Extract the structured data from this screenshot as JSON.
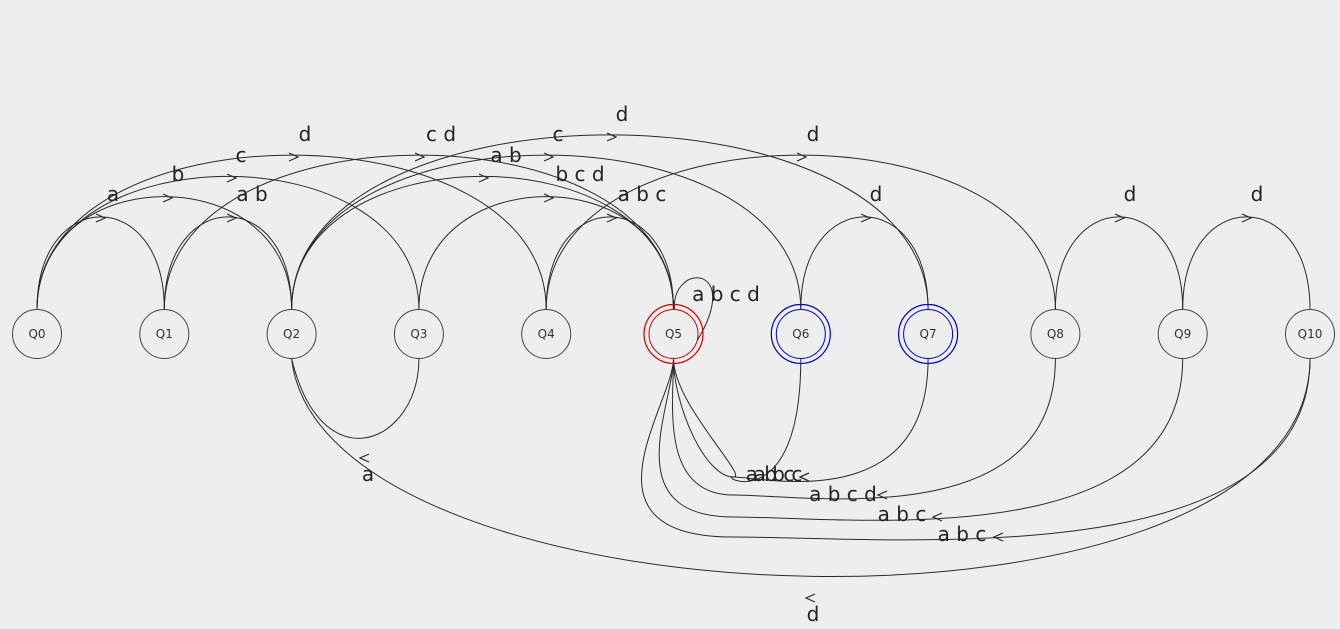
{
  "diagram": {
    "states": [
      {
        "id": "Q0",
        "label": "Q0",
        "final": false
      },
      {
        "id": "Q1",
        "label": "Q1",
        "final": false
      },
      {
        "id": "Q2",
        "label": "Q2",
        "final": false
      },
      {
        "id": "Q3",
        "label": "Q3",
        "final": false
      },
      {
        "id": "Q4",
        "label": "Q4",
        "final": false
      },
      {
        "id": "Q5",
        "label": "Q5",
        "final": true,
        "ring_color": "#cc0000"
      },
      {
        "id": "Q6",
        "label": "Q6",
        "final": true,
        "ring_color": "#0000cc"
      },
      {
        "id": "Q7",
        "label": "Q7",
        "final": true,
        "ring_color": "#0000cc"
      },
      {
        "id": "Q8",
        "label": "Q8",
        "final": false
      },
      {
        "id": "Q9",
        "label": "Q9",
        "final": false
      },
      {
        "id": "Q10",
        "label": "Q10",
        "final": false
      }
    ],
    "transitions": [
      {
        "from": "Q0",
        "to": "Q1",
        "label": "a"
      },
      {
        "from": "Q0",
        "to": "Q2",
        "label": "b"
      },
      {
        "from": "Q0",
        "to": "Q3",
        "label": "c"
      },
      {
        "from": "Q0",
        "to": "Q4",
        "label": "d"
      },
      {
        "from": "Q1",
        "to": "Q2",
        "label": "a b"
      },
      {
        "from": "Q1",
        "to": "Q5",
        "label": "c d"
      },
      {
        "from": "Q2",
        "to": "Q5",
        "label": "a b"
      },
      {
        "from": "Q2",
        "to": "Q6",
        "label": "c"
      },
      {
        "from": "Q2",
        "to": "Q7",
        "label": "d"
      },
      {
        "from": "Q3",
        "to": "Q5",
        "label": "b c d"
      },
      {
        "from": "Q4",
        "to": "Q5",
        "label": "a b c"
      },
      {
        "from": "Q4",
        "to": "Q8",
        "label": "d"
      },
      {
        "from": "Q5",
        "to": "Q5",
        "label": "a b c d"
      },
      {
        "from": "Q6",
        "to": "Q7",
        "label": "d"
      },
      {
        "from": "Q8",
        "to": "Q9",
        "label": "d"
      },
      {
        "from": "Q9",
        "to": "Q10",
        "label": "d"
      },
      {
        "from": "Q3",
        "to": "Q2",
        "label": "a"
      },
      {
        "from": "Q6",
        "to": "Q5",
        "label": "a b c"
      },
      {
        "from": "Q7",
        "to": "Q5",
        "label": "a b c"
      },
      {
        "from": "Q8",
        "to": "Q5",
        "label": "a b c d"
      },
      {
        "from": "Q9",
        "to": "Q5",
        "label": "a b c"
      },
      {
        "from": "Q10",
        "to": "Q5",
        "label": "a b c"
      },
      {
        "from": "Q10",
        "to": "Q2",
        "label": "d"
      }
    ]
  }
}
